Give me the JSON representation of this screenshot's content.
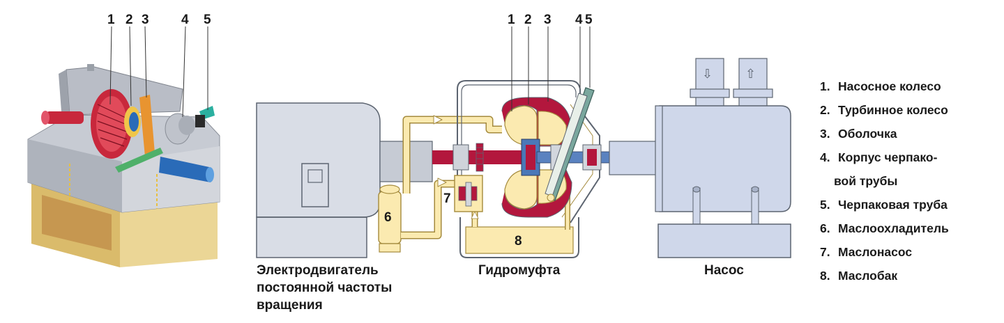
{
  "cutaway": {
    "callouts": [
      "1",
      "2",
      "3",
      "4",
      "5"
    ]
  },
  "schematic": {
    "top_callouts": [
      "1",
      "2",
      "3",
      "4",
      "5"
    ],
    "inner_labels": [
      "6",
      "7",
      "8"
    ],
    "arrows": [
      "⇩",
      "⇧"
    ]
  },
  "captions": {
    "motor": [
      "Электродвигатель",
      "постоянной частоты",
      "вращения"
    ],
    "coupling": "Гидромуфта",
    "pump": "Насос"
  },
  "legend": [
    {
      "num": "1.",
      "text": "Насосное колесо"
    },
    {
      "num": "2.",
      "text": "Турбинное колесо"
    },
    {
      "num": "3.",
      "text": "Оболочка"
    },
    {
      "num": "4.",
      "text": "Корпус черпако-"
    },
    {
      "num": "",
      "text": "вой трубы"
    },
    {
      "num": "5.",
      "text": "Черпаковая труба"
    },
    {
      "num": "6.",
      "text": "Маслоохладитель"
    },
    {
      "num": "7.",
      "text": "Маслонасос"
    },
    {
      "num": "8.",
      "text": "Маслобак"
    }
  ],
  "colors": {
    "machine_fill": "#d9dde6",
    "machine_stroke": "#5c6470",
    "oil": "#fbeab0",
    "oil_stroke": "#a48a3c",
    "shaft": "#b3173d",
    "scoop_tube": "#7aa79e",
    "pump_body": "#cfd7ea",
    "cutaway_red": "#c8283c",
    "cutaway_blue": "#2a6bb8"
  }
}
